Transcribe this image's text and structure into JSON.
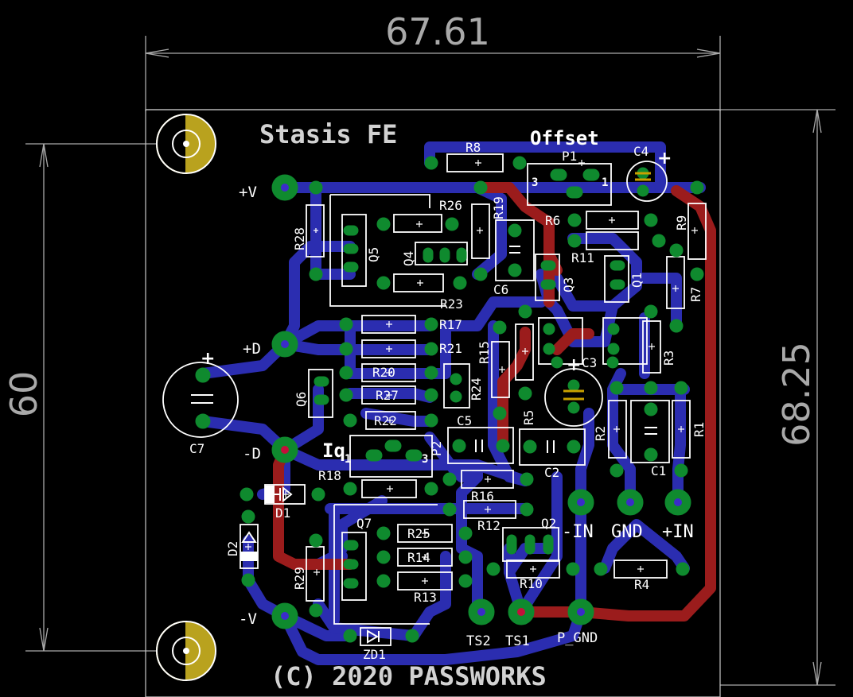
{
  "board": {
    "title": "Stasis FE",
    "copyright": "(C) 2020 PASSWORKS",
    "offset_label": "Offset",
    "iq_label": "Iq"
  },
  "dimensions": {
    "width": "67.61",
    "height_outer": "68.25",
    "height_inner": "60"
  },
  "connectors": {
    "plus_v": "+V",
    "plus_d": "+D",
    "minus_d": "-D",
    "minus_v": "-V",
    "minus_in": "-IN",
    "gnd": "GND",
    "plus_in": "+IN",
    "ts2": "TS2",
    "ts1": "TS1",
    "p_gnd": "P_GND"
  },
  "refdes": {
    "R8": "R8",
    "P1": "P1",
    "C4": "C4",
    "R28": "R28",
    "R26": "R26",
    "R19": "R19",
    "R6": "R6",
    "R9": "R9",
    "Q5": "Q5",
    "Q4": "Q4",
    "R11": "R11",
    "C6": "C6",
    "Q3": "Q3",
    "Q1": "Q1",
    "R7": "R7",
    "R23": "R23",
    "R17": "R17",
    "R15": "R15",
    "R21": "R21",
    "R20": "R20",
    "R24": "R24",
    "Q6": "Q6",
    "R27": "R27",
    "C3": "C3",
    "R3": "R3",
    "R5": "R5",
    "R22": "R22",
    "C5": "C5",
    "R2": "R2",
    "R1": "R1",
    "P2": "P2",
    "C7": "C7",
    "C2": "C2",
    "C1": "C1",
    "R18": "R18",
    "R16": "R16",
    "D1": "D1",
    "R12": "R12",
    "Q7": "Q7",
    "Q2": "Q2",
    "D2": "D2",
    "R25": "R25",
    "R14": "R14",
    "R29": "R29",
    "R10": "R10",
    "R4": "R4",
    "R13": "R13",
    "ZD1": "ZD1"
  },
  "pin_marks": {
    "one": "1",
    "three": "3"
  },
  "colors": {
    "background": "#000000",
    "top_copper": "#9b1c1c",
    "bottom_copper": "#2b2db0",
    "pad": "#0f8a2e",
    "drill": "#3b2cc9",
    "silkscreen": "#ffffff",
    "dimension": "#a9a9a9",
    "mount_hole": "#b9a21e"
  }
}
